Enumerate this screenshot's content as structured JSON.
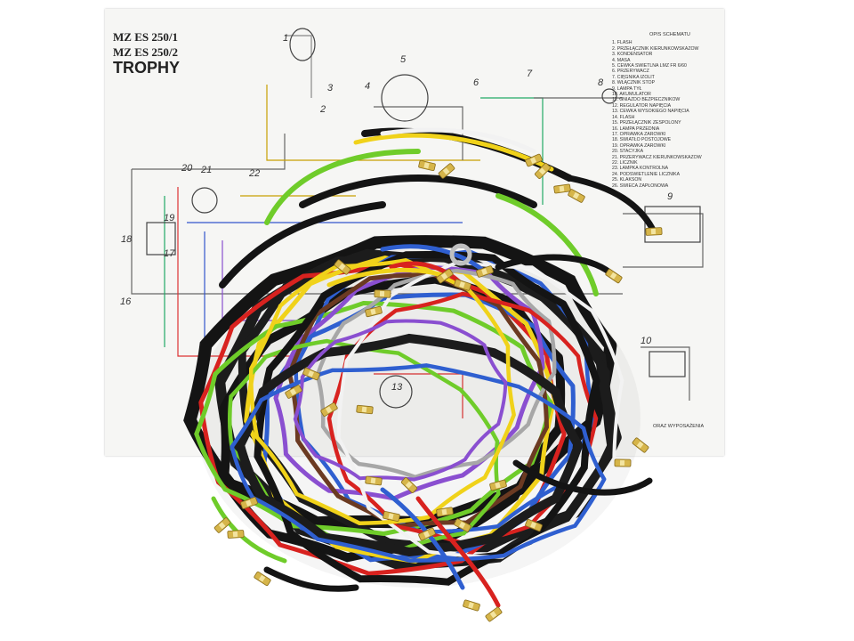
{
  "diagram": {
    "title_line_1": "MZ ES 250/1",
    "title_line_2": "MZ ES 250/2",
    "title_line_3": "TROPHY",
    "legend_title": "OPIS SCHEMATU",
    "legend_items": [
      "1. FLASH",
      "2. PRZEŁĄCZNIK KIERUNKOWSKAZÓW",
      "3. KONDENSATOR",
      "4. MASA",
      "5. CEWKA ŚWIETLNA LMZ FR 6/60",
      "6. PRZERYWACZ",
      "7. CIĘGNIKA IZOLIT",
      "8. WŁĄCZNIK STOP",
      "9. LAMPA TYŁ",
      "10. AKUMULATOR",
      "11. GNIAZDO BEZPIECZNIKÓW",
      "12. REGULATOR NAPIĘCIA",
      "13. CEWKA WYSOKIEGO NAPIĘCIA",
      "14. FLASH",
      "15. PRZEŁĄCZNIK ZESPOLONY",
      "16. LAMPA PRZEDNIA",
      "17. OPRAWKA ŻARÓWKI",
      "18. ŚWIATŁO POSTOJOWE",
      "19. OPRAWKA ŻARÓWKI",
      "20. STACYJKA",
      "21. PRZERYWACZ KIERUNKOWSKAZÓW",
      "22. LICZNIK",
      "23. LAMPKA KONTROLNA",
      "24. PODŚWIETLENIE LICZNIKA",
      "25. KLAKSON",
      "26. ŚWIECA ZAPŁONOWA"
    ],
    "component_numbers": [
      "1",
      "2",
      "3",
      "4",
      "5",
      "6",
      "7",
      "8",
      "9",
      "10",
      "13",
      "16",
      "17",
      "18",
      "19",
      "20",
      "21",
      "22"
    ],
    "footer_note": "ORAZ WYPOSAŻENIA"
  },
  "harness": {
    "wire_colors": [
      "#141414",
      "#1c1c1c",
      "#d8221f",
      "#2f5fd0",
      "#f0d21a",
      "#6fcc2a",
      "#8a4fd0",
      "#6b3a22",
      "#a7a7a7",
      "#f2f2f2"
    ],
    "terminal_color": "#d6b54a"
  }
}
